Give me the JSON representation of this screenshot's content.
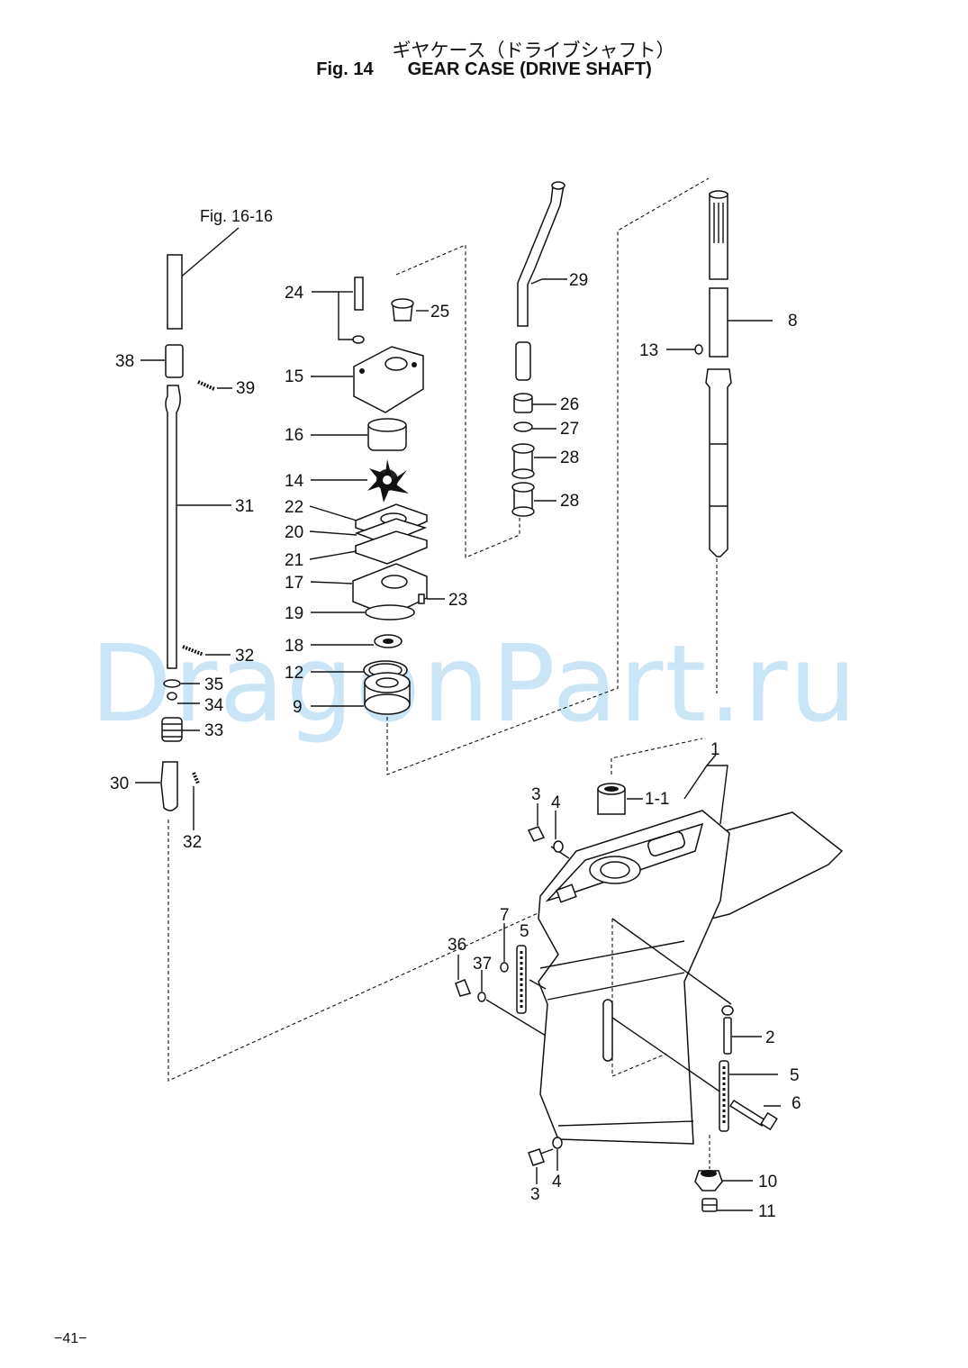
{
  "header": {
    "title_jp": "ギヤケース（ドライブシャフト）",
    "fig_label": "Fig. 14",
    "title_en": "GEAR CASE (DRIVE SHAFT)"
  },
  "reference_label": "Fig. 16-16",
  "watermark": "DragonPart.ru",
  "page_number": "−41−",
  "callouts": {
    "c1": "1",
    "c1_1": "1-1",
    "c2": "2",
    "c3a": "3",
    "c3b": "3",
    "c4a": "4",
    "c4b": "4",
    "c5a": "5",
    "c5b": "5",
    "c6": "6",
    "c7": "7",
    "c8": "8",
    "c9": "9",
    "c10": "10",
    "c11": "11",
    "c12": "12",
    "c13": "13",
    "c14": "14",
    "c15": "15",
    "c16": "16",
    "c17": "17",
    "c18": "18",
    "c19": "19",
    "c20": "20",
    "c21": "21",
    "c22": "22",
    "c23": "23",
    "c24": "24",
    "c25": "25",
    "c26": "26",
    "c27": "27",
    "c28a": "28",
    "c28b": "28",
    "c29": "29",
    "c30": "30",
    "c31": "31",
    "c32a": "32",
    "c32b": "32",
    "c33": "33",
    "c34": "34",
    "c35": "35",
    "c36": "36",
    "c37": "37",
    "c38": "38",
    "c39": "39"
  }
}
